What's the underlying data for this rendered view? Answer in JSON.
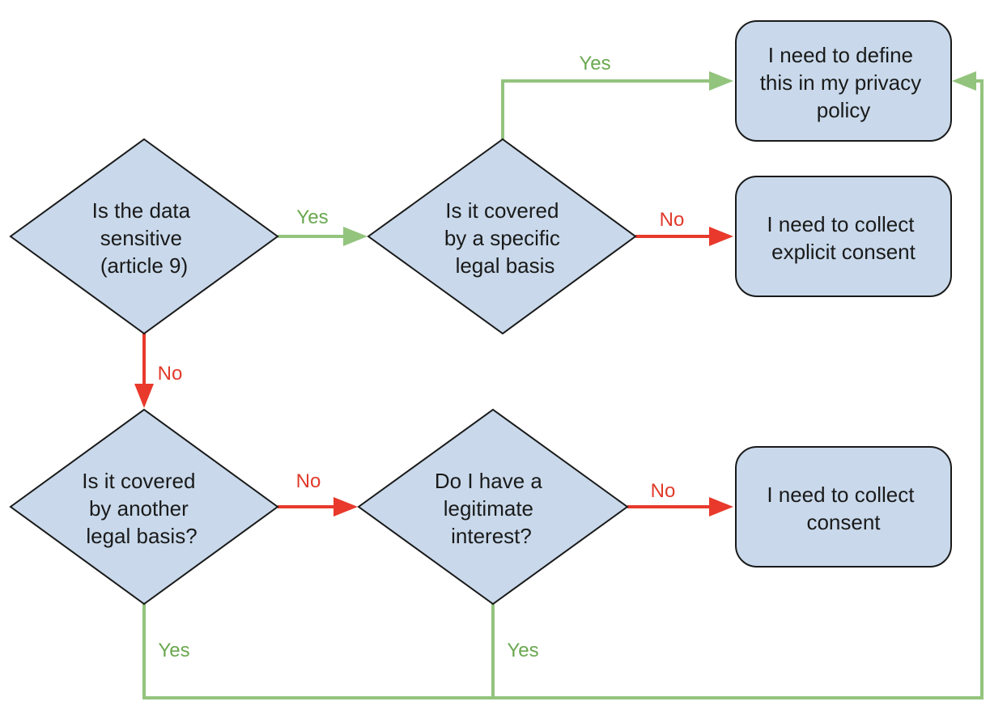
{
  "colors": {
    "node_fill": "#c9d9eb",
    "node_stroke": "#1a1a1a",
    "yes": "#93c47d",
    "yes_text": "#6aa84f",
    "no": "#e8392c",
    "no_text": "#e03a2a"
  },
  "nodes": {
    "d_sensitive": {
      "lines": [
        "Is the data",
        "sensitive",
        "(article 9)"
      ]
    },
    "d_specific": {
      "lines": [
        "Is it covered",
        "by a specific",
        "legal basis"
      ]
    },
    "d_another": {
      "lines": [
        "Is it covered",
        "by another",
        "legal basis?"
      ]
    },
    "d_interest": {
      "lines": [
        "Do I have a",
        "legitimate",
        "interest?"
      ]
    },
    "b_privacy": {
      "lines": [
        "I need to define",
        "this in my privacy",
        "policy"
      ]
    },
    "b_explicit": {
      "lines": [
        "I need to collect",
        "explicit consent"
      ]
    },
    "b_consent": {
      "lines": [
        "I need to collect",
        "consent"
      ]
    }
  },
  "edges": {
    "specific_yes": {
      "label": "Yes"
    },
    "sensitive_yes": {
      "label": "Yes"
    },
    "specific_no": {
      "label": "No"
    },
    "sensitive_no": {
      "label": "No"
    },
    "another_no": {
      "label": "No"
    },
    "interest_no": {
      "label": "No"
    },
    "another_yes": {
      "label": "Yes"
    },
    "interest_yes": {
      "label": "Yes"
    }
  }
}
